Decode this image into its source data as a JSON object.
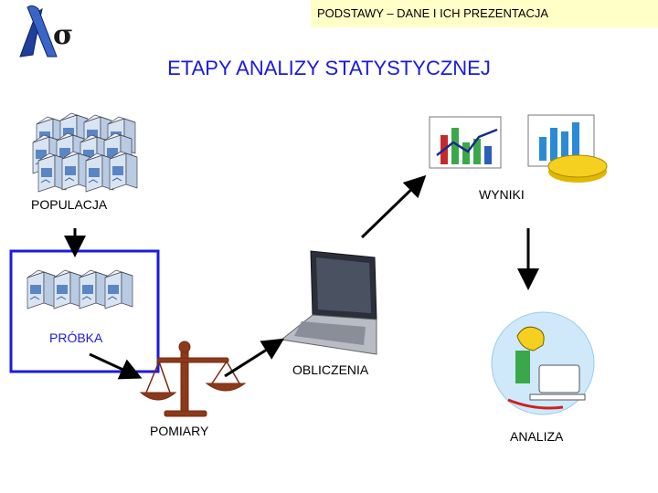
{
  "header": {
    "text": "PODSTAWY – DANE I ICH PREZENTACJA"
  },
  "title": "ETAPY ANALIZY STATYSTYCZNEJ",
  "nodes": {
    "population": "POPULACJA",
    "sample": "PRÓBKA",
    "measurements": "POMIARY",
    "calculations": "OBLICZENIA",
    "analysis": "ANALIZA",
    "results": "WYNIKI"
  },
  "colors": {
    "header_bg": "#ffffc8",
    "title": "#1a1ae0",
    "sample_frame": "#1a1ae0",
    "arrow": "#000000"
  },
  "icons": [
    "logo-lambda-sigma",
    "milk-carton-icon",
    "scales-icon",
    "laptop-icon",
    "person-at-computer-icon",
    "bar-line-chart-icon",
    "pie-bar-chart-icon"
  ]
}
